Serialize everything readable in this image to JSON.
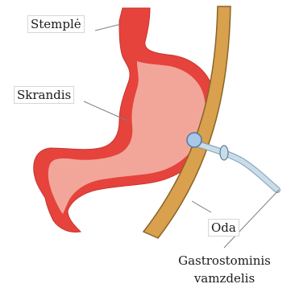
{
  "labels": {
    "esophagus": "Stemplė",
    "stomach": "Skrandis",
    "skin": "Oda",
    "tube_line1": "Gastrostominis",
    "tube_line2": "vamzdelis"
  },
  "colors": {
    "stomach_outer": "#e5433c",
    "stomach_inner": "#f2a69a",
    "skin_layer": "#d9a04d",
    "skin_edge": "#8a6428",
    "tube": "#c9dde9",
    "balloon": "#a9c7e6",
    "leader_line": "#7f7f7f"
  }
}
